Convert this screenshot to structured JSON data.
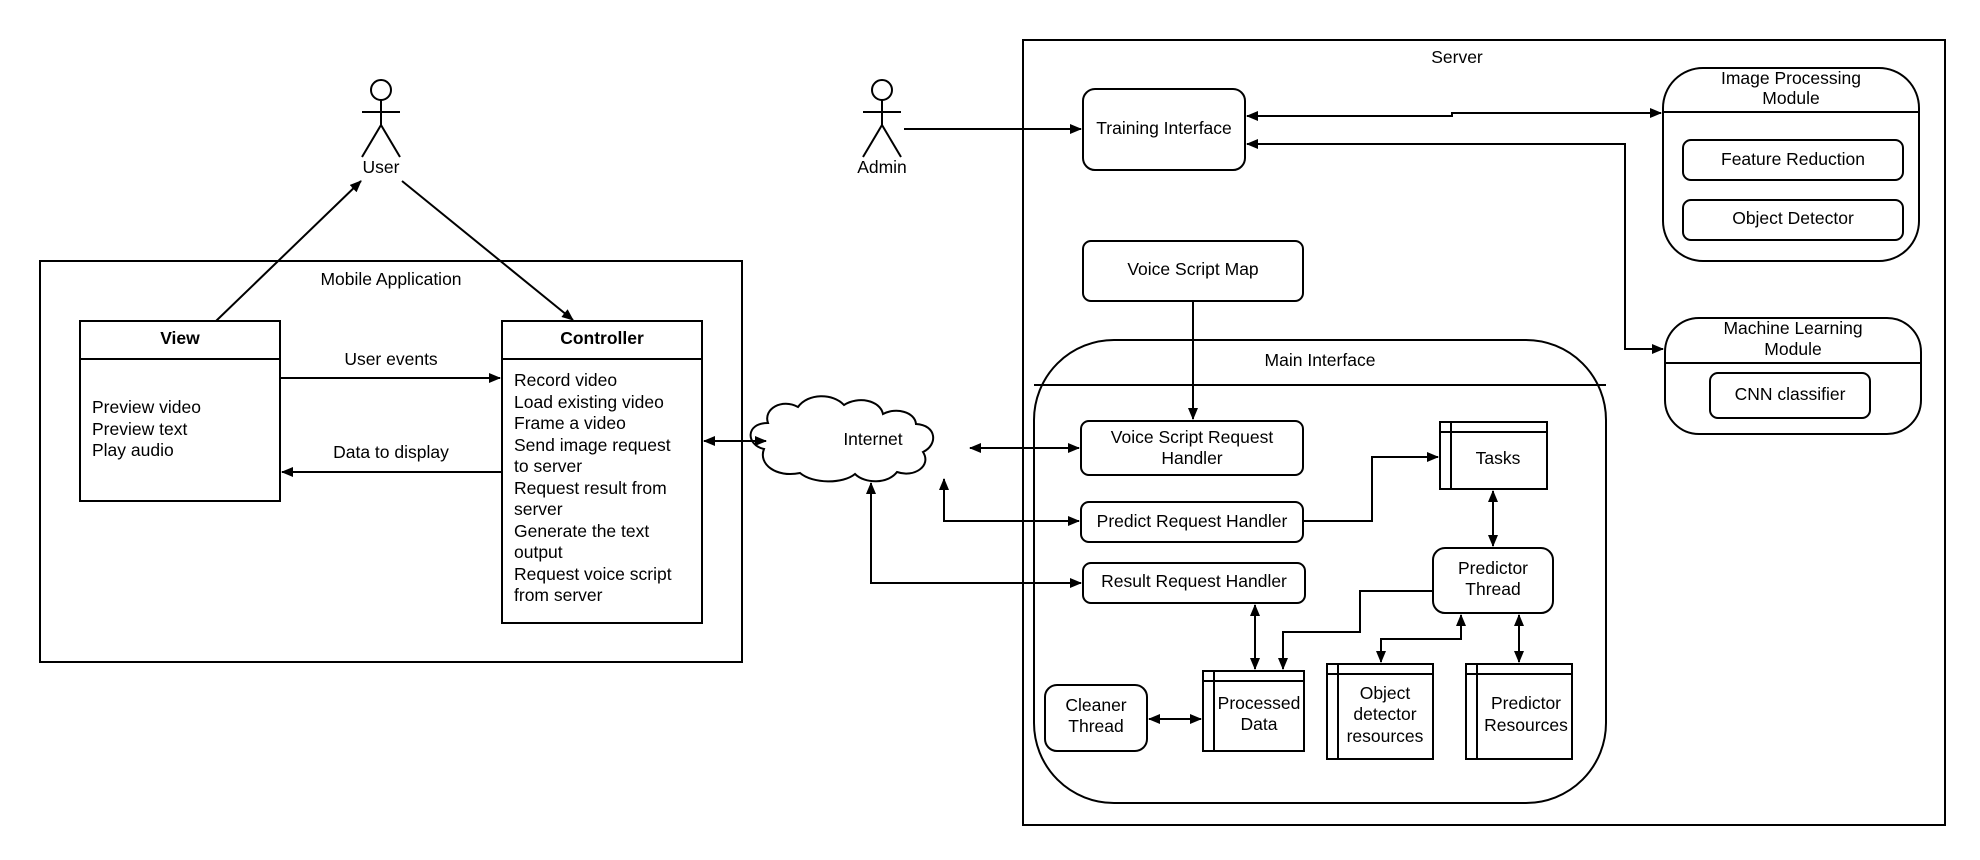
{
  "actors": {
    "user": "User",
    "admin": "Admin"
  },
  "mobile": {
    "title": "Mobile Application",
    "view": {
      "header": "View",
      "items": [
        "Preview video",
        "Preview text",
        "Play audio"
      ]
    },
    "controller": {
      "header": "Controller",
      "items": [
        "Record video",
        "Load existing video",
        "Frame a video",
        "Send image request",
        "to server",
        "Request result from",
        "server",
        "Generate the text",
        "output",
        "Request voice script",
        "from server"
      ]
    },
    "user_events": "User events",
    "data_to_display": "Data to display"
  },
  "internet": "Internet",
  "server": {
    "title": "Server",
    "training_interface": "Training Interface",
    "voice_script_map": "Voice Script Map",
    "image_processing": {
      "title": [
        "Image Processing",
        "Module"
      ],
      "feature_reduction": "Feature Reduction",
      "object_detector": "Object Detector"
    },
    "machine_learning": {
      "title": [
        "Machine Learning",
        "Module"
      ],
      "cnn_classifier": "CNN classifier"
    },
    "main_interface": {
      "title": "Main Interface",
      "voice_script_handler": [
        "Voice Script Request",
        "Handler"
      ],
      "predict_handler": "Predict Request Handler",
      "result_handler": "Result Request Handler",
      "tasks": "Tasks",
      "predictor_thread": [
        "Predictor",
        "Thread"
      ],
      "cleaner_thread": [
        "Cleaner",
        "Thread"
      ],
      "processed_data": [
        "Processed",
        "Data"
      ],
      "object_detector_resources": [
        "Object",
        "detector",
        "resources"
      ],
      "predictor_resources": [
        "Predictor",
        "Resources"
      ]
    }
  }
}
